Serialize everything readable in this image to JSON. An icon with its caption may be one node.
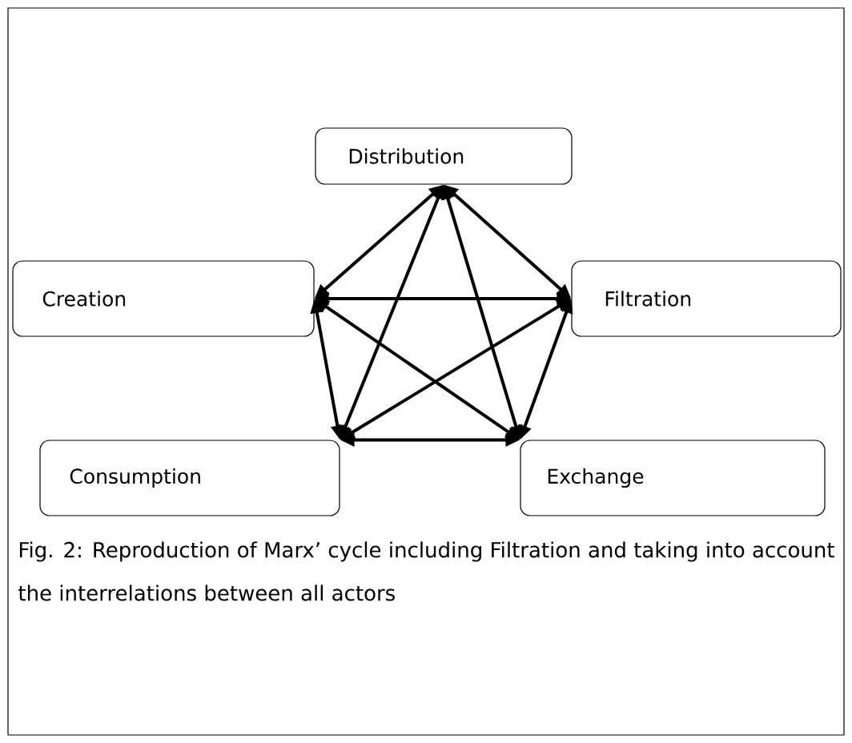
{
  "diagram": {
    "caption": "Fig. 2: Reproduction of Marx’ cycle including Filtration and taking into account the interrelations between all actors",
    "nodes": [
      {
        "text": [
          "Distribution"
        ]
      },
      {
        "text": [
          "Creation"
        ]
      },
      {
        "text": [
          "Filtration"
        ]
      },
      {
        "text": [
          "Consumption"
        ]
      },
      {
        "text": [
          "Exchange"
        ]
      }
    ],
    "edges": [
      {
        "from": 0,
        "to": 1,
        "arrow": "both"
      },
      {
        "from": 0,
        "to": 2,
        "arrow": "both"
      },
      {
        "from": 0,
        "to": 3,
        "arrow": "both"
      },
      {
        "from": 0,
        "to": 4,
        "arrow": "both"
      },
      {
        "from": 1,
        "to": 2,
        "arrow": "both"
      },
      {
        "from": 1,
        "to": 3,
        "arrow": "both"
      },
      {
        "from": 1,
        "to": 4,
        "arrow": "both"
      },
      {
        "from": 2,
        "to": 3,
        "arrow": "both"
      },
      {
        "from": 2,
        "to": 4,
        "arrow": "both"
      },
      {
        "from": 3,
        "to": 4,
        "arrow": "both"
      }
    ]
  }
}
